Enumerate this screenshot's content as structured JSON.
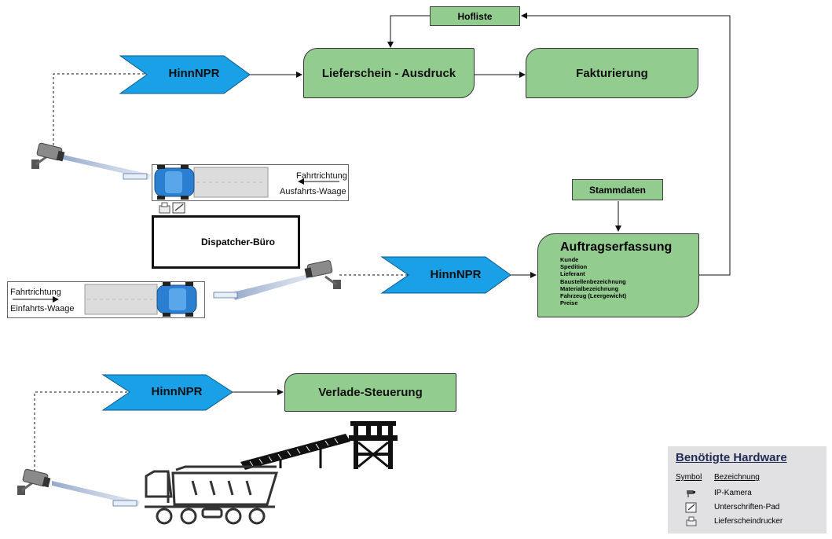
{
  "nodes": {
    "hofliste": "Hofliste",
    "lieferschein": "Lieferschein - Ausdruck",
    "fakturierung": "Fakturierung",
    "stammdaten": "Stammdaten",
    "auftrag_title": "Auftragserfassung",
    "auftrag_items": [
      "Kunde",
      "Spedition",
      "Lieferant",
      "Baustellenbezeichnung",
      "Materialbezeichnung",
      "Fahrzeug (Leergewicht)",
      "Preise"
    ],
    "verlade": "Verlade-Steuerung",
    "hinn_top": "HinnNPR",
    "hinn_mid": "HinnNPR",
    "hinn_bottom": "HinnNPR",
    "dispatcher": "Dispatcher-Büro"
  },
  "scales": {
    "ausfahrt_direction": "Fahrtrichtung",
    "ausfahrt_name": "Ausfahrts-Waage",
    "einfahrt_direction": "Fahrtrichtung",
    "einfahrt_name": "Einfahrts-Waage"
  },
  "legend": {
    "title": "Benötigte Hardware",
    "col_symbol": "Symbol",
    "col_name": "Bezeichnung",
    "items": [
      {
        "icon": "camera-icon",
        "label": "IP-Kamera"
      },
      {
        "icon": "signature-pad-icon",
        "label": "Unterschriften-Pad"
      },
      {
        "icon": "printer-icon",
        "label": "Lieferscheindrucker"
      }
    ]
  },
  "colors": {
    "process_green": "#93cc8f",
    "npr_blue": "#1aa0e6",
    "car_blue": "#2a7fd0",
    "legend_bg": "#e1e1e3"
  }
}
